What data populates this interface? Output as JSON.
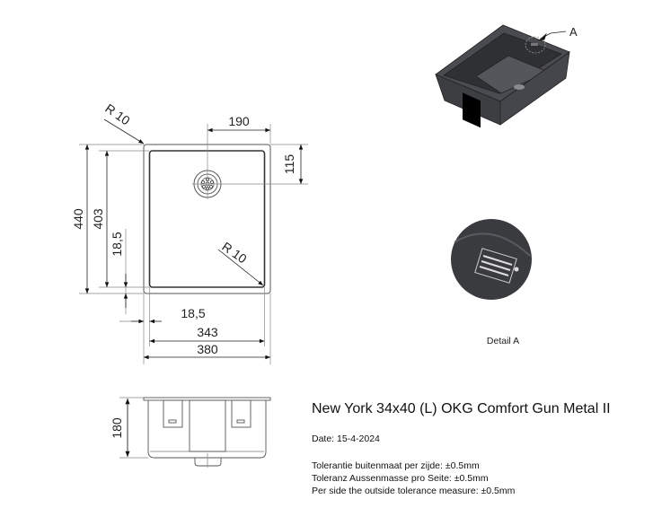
{
  "drawing": {
    "dimensions": {
      "r_top": "R 10",
      "r_bottom": "R 10",
      "drain_x": "190",
      "drain_y": "115",
      "outer_height": "440",
      "inner_height": "403",
      "rim_vertical": "18,5",
      "rim_horizontal": "18,5",
      "inner_width": "343",
      "outer_width": "380",
      "depth": "180"
    },
    "callout_label": "A",
    "detail_caption": "Detail A"
  },
  "info": {
    "title": "New York 34x40 (L) OKG Comfort Gun Metal II",
    "date": "Date: 15-4-2024",
    "tolerances": [
      "Tolerantie buitenmaat per zijde: ±0.5mm",
      "Toleranz Aussenmasse pro Seite: ±0.5mm",
      "Per side the outside tolerance measure: ±0.5mm"
    ]
  },
  "colors": {
    "line": "#444444",
    "sink": "#3a3b3f"
  }
}
